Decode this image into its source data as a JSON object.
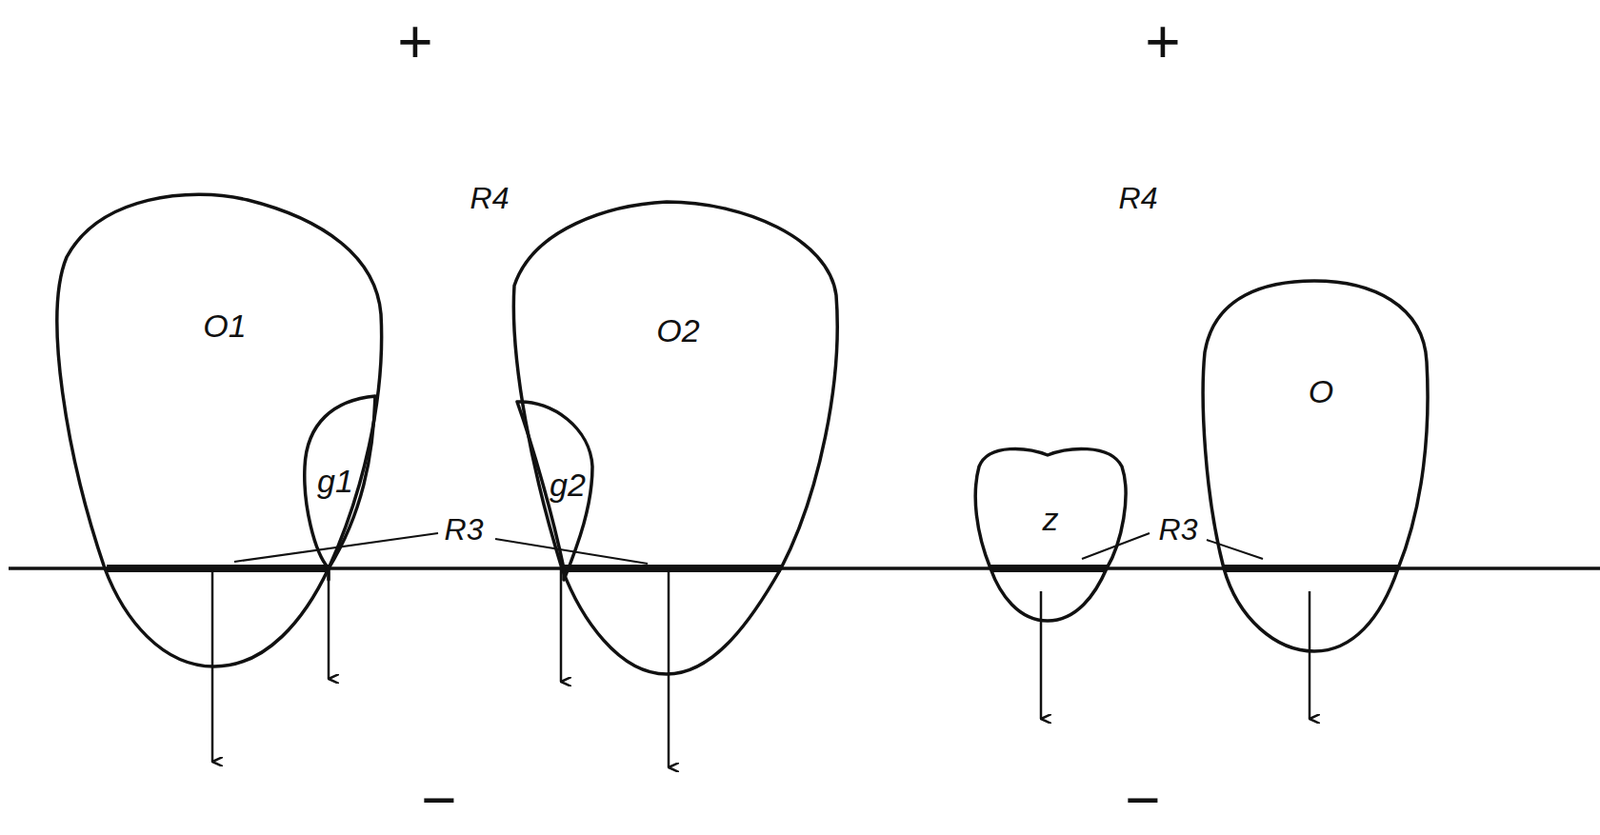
{
  "diagram": {
    "nodes": [
      {
        "text": [
          "O1"
        ]
      },
      {
        "text": [
          "g1"
        ],
        "in": 0
      },
      {
        "text": [
          "O2"
        ]
      },
      {
        "text": [
          "g2"
        ],
        "in": 2
      },
      {
        "text": [
          "z"
        ]
      },
      {
        "text": [
          "O"
        ]
      }
    ],
    "labels": [
      "+",
      "+",
      "R4",
      "R4",
      "R3",
      "R3",
      "−",
      "−"
    ]
  }
}
